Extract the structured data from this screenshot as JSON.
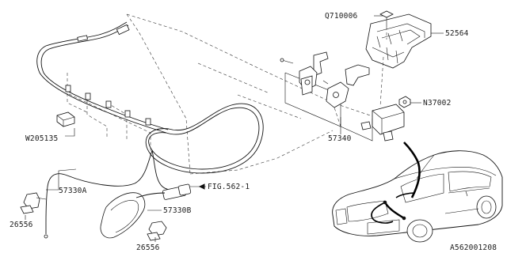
{
  "diagram": {
    "labels": {
      "q710006": "Q710006",
      "n52564": "52564",
      "n37002": "N37002",
      "w205135": "W205135",
      "n57340": "57340",
      "n57330a": "57330A",
      "fig562": "FIG.562-1",
      "n57330b": "57330B",
      "n26556_left": "26556",
      "n26556_bottom": "26556",
      "ref_code": "A562001208"
    }
  }
}
